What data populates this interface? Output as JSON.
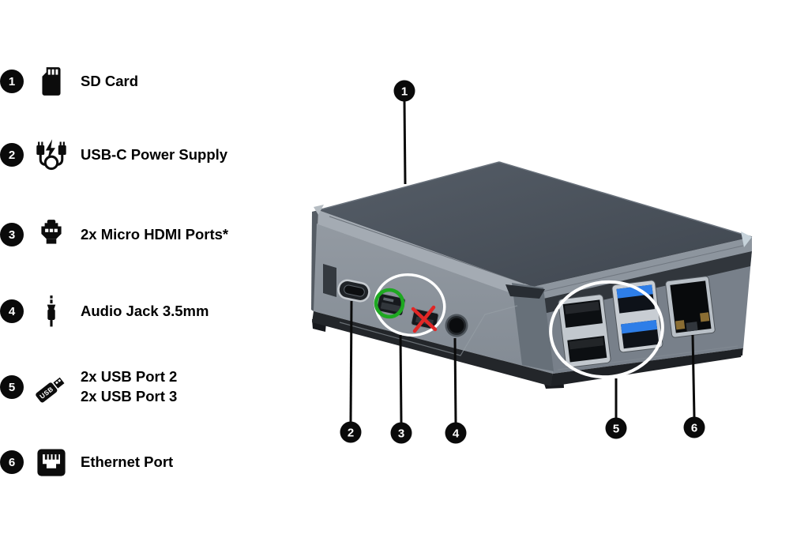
{
  "legend": {
    "usb_icon_text": "USB",
    "items": [
      {
        "number": "1",
        "label": "SD Card",
        "icon": "sd-card-icon"
      },
      {
        "number": "2",
        "label": "USB-C Power Supply",
        "icon": "usb-c-power-icon"
      },
      {
        "number": "3",
        "label": "2x Micro HDMI Ports*",
        "icon": "micro-hdmi-icon"
      },
      {
        "number": "4",
        "label": "Audio Jack 3.5mm",
        "icon": "audio-jack-icon"
      },
      {
        "number": "5",
        "label": "2x USB Port 2",
        "label_line2": "2x USB Port 3",
        "icon": "usb-drive-icon"
      },
      {
        "number": "6",
        "label": "Ethernet Port",
        "icon": "ethernet-icon"
      }
    ]
  },
  "callouts": [
    {
      "number": "1"
    },
    {
      "number": "2"
    },
    {
      "number": "3"
    },
    {
      "number": "4"
    },
    {
      "number": "5"
    },
    {
      "number": "6"
    }
  ],
  "colors": {
    "highlight_green": "#1ea821",
    "highlight_red": "#e12726",
    "white_highlight": "#ffffff",
    "usb3_blue": "#2e7ee8",
    "ethernet_gold": "#8a6d33",
    "callout_black": "#0a0a0a",
    "case_top": "#4a525b",
    "case_front": "#8b929b",
    "case_right": "#78808a"
  }
}
